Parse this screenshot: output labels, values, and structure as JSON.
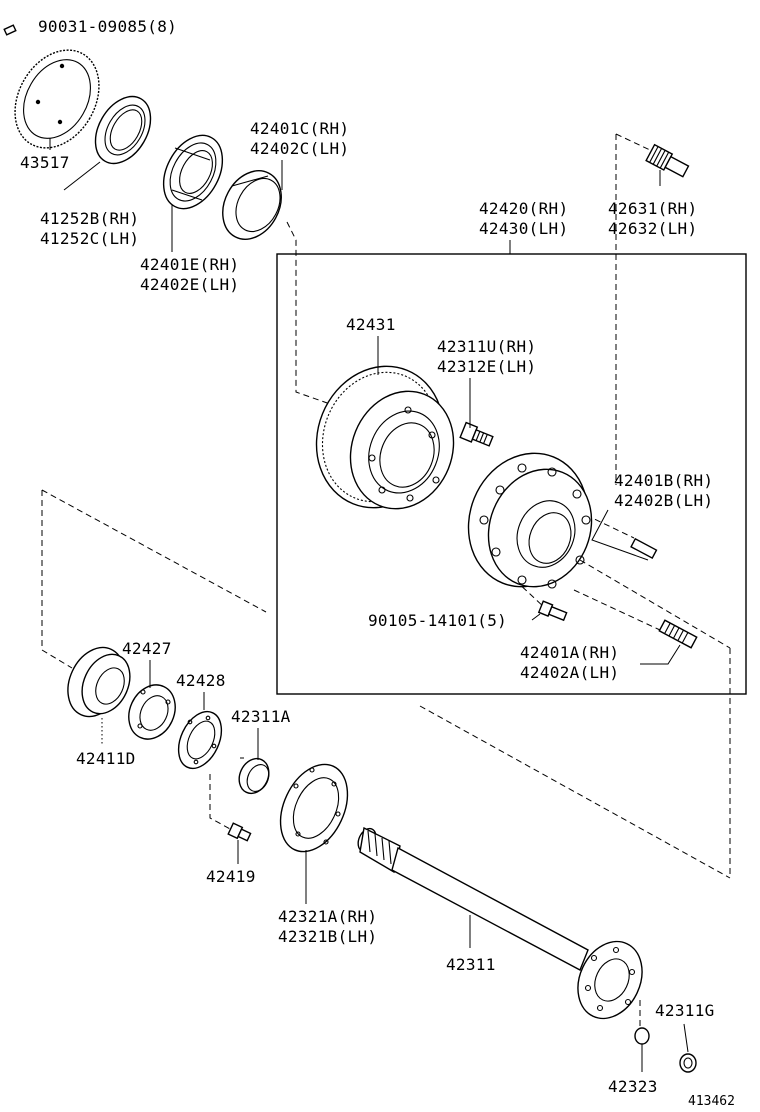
{
  "labels": {
    "p90031": "90031-09085(8)",
    "p43517": "43517",
    "p41252b": "41252B(RH)",
    "p41252c": "41252C(LH)",
    "p42401c": "42401C(RH)",
    "p42402c": "42402C(LH)",
    "p42401e": "42401E(RH)",
    "p42402e": "42402E(LH)",
    "p42420": "42420(RH)",
    "p42430": "42430(LH)",
    "p42631": "42631(RH)",
    "p42632": "42632(LH)",
    "p42431": "42431",
    "p42311u": "42311U(RH)",
    "p42312e": "42312E(LH)",
    "p42401b": "42401B(RH)",
    "p42402b": "42402B(LH)",
    "p90105": "90105-14101(5)",
    "p42401a": "42401A(RH)",
    "p42402a": "42402A(LH)",
    "p42427": "42427",
    "p42428": "42428",
    "p42311a": "42311A",
    "p42411d": "42411D",
    "p42419": "42419",
    "p42321a": "42321A(RH)",
    "p42321b": "42321B(LH)",
    "p42311": "42311",
    "p42311g": "42311G",
    "p42323": "42323"
  },
  "diagram_id": "413462"
}
